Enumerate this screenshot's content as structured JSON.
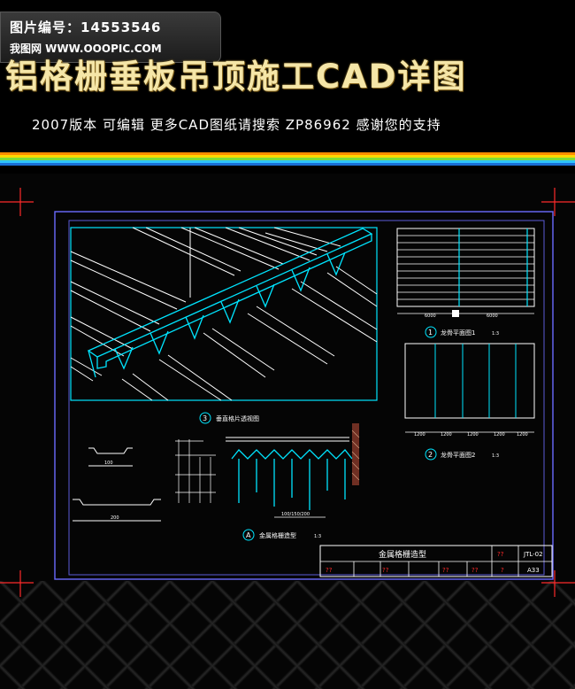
{
  "badge": {
    "image_id": "图片编号：14553546",
    "site": "我图网  WWW.OOOPIC.COM"
  },
  "header": {
    "title": "铝格栅垂板吊顶施工CAD详图",
    "subtitle": "2007版本 可编辑 更多CAD图纸请搜索  ZP86962 感谢您的支持"
  },
  "drawing": {
    "label_3": "3",
    "detail_3": "垂直格片透视图",
    "label_1": "1",
    "detail_1": "龙骨平面图1",
    "scale_1": "1:3",
    "label_2": "2",
    "detail_2": "龙骨平面图2",
    "scale_2": "1:3",
    "label_a": "A",
    "detail_a": "金属格栅造型",
    "scale_a": "1:3",
    "dim_top_left": "6000",
    "dim_top_right": "6000",
    "dim_bottom": [
      "1200",
      "1200",
      "1200",
      "1200",
      "1200"
    ],
    "dim_section": "100/150/200",
    "profile_dim_1": "100",
    "profile_dim_2": "200",
    "title_block": {
      "name": "金属格栅造型",
      "sheet_code": "JTL-02",
      "sheet_no": "A33",
      "mark_a": "??",
      "mark_b": "??",
      "mark_c": "??",
      "mark_d": "??",
      "mark_e": "??",
      "mark_f": "?"
    }
  },
  "colors": {
    "cad_cyan": "#00e5ff",
    "cad_white": "#ffffff",
    "cad_frame": "#6b6bff",
    "cad_red": "#ff2a2a",
    "title_gold": "#f5e6a8"
  }
}
